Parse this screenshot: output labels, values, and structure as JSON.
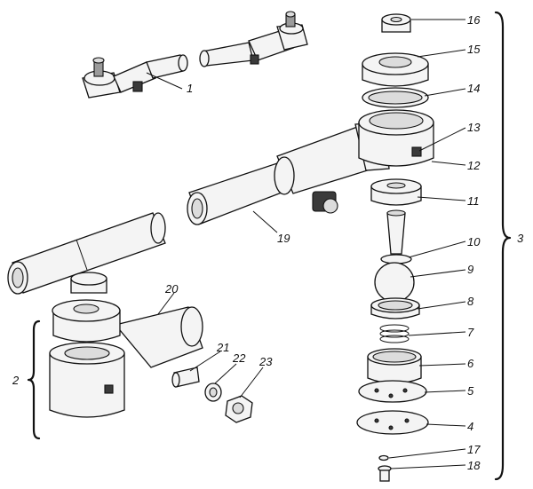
{
  "figure": {
    "callouts": [
      {
        "id": "c1",
        "text": "1"
      },
      {
        "id": "c2",
        "text": "2"
      },
      {
        "id": "c3",
        "text": "3"
      },
      {
        "id": "c4",
        "text": "4"
      },
      {
        "id": "c5",
        "text": "5"
      },
      {
        "id": "c6",
        "text": "6"
      },
      {
        "id": "c7",
        "text": "7"
      },
      {
        "id": "c8",
        "text": "8"
      },
      {
        "id": "c9",
        "text": "9"
      },
      {
        "id": "c10",
        "text": "10"
      },
      {
        "id": "c11",
        "text": "11"
      },
      {
        "id": "c12",
        "text": "12"
      },
      {
        "id": "c13",
        "text": "13"
      },
      {
        "id": "c14",
        "text": "14"
      },
      {
        "id": "c15",
        "text": "15"
      },
      {
        "id": "c16",
        "text": "16"
      },
      {
        "id": "c17",
        "text": "17"
      },
      {
        "id": "c18",
        "text": "18"
      },
      {
        "id": "c19",
        "text": "19"
      },
      {
        "id": "c20",
        "text": "20"
      },
      {
        "id": "c21",
        "text": "21"
      },
      {
        "id": "c22",
        "text": "22"
      },
      {
        "id": "c23",
        "text": "23"
      }
    ]
  }
}
